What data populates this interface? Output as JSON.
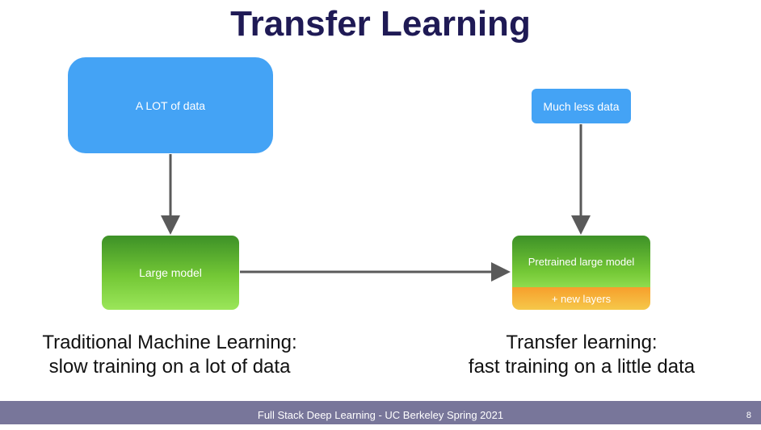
{
  "title": "Transfer Learning",
  "boxes": {
    "lot_of_data": "A LOT of data",
    "much_less_data": "Much less data",
    "large_model": "Large model",
    "pretrained_model": "Pretrained large model",
    "new_layers": "+ new layers"
  },
  "captions": {
    "traditional_line1": "Traditional Machine Learning:",
    "traditional_line2": "slow training on a lot of data",
    "transfer_line1": "Transfer learning:",
    "transfer_line2": "fast training on a little data"
  },
  "footer": {
    "text": "Full Stack Deep Learning - UC Berkeley Spring 2021",
    "page_number": "8"
  },
  "colors": {
    "title": "#1f1a55",
    "data_box": "#44a3f5",
    "model_green": "#74c836",
    "layers_orange": "#f5b53a",
    "arrow": "#5a5a5a",
    "footer_bar": "#78769a"
  }
}
